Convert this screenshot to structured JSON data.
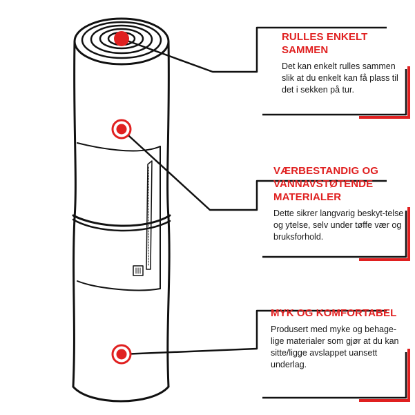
{
  "colors": {
    "accent": "#e02020",
    "outline": "#111111",
    "text": "#1a1a1a"
  },
  "callouts": [
    {
      "title": "RULLES ENKELT SAMMEN",
      "text": "Det kan enkelt rulles sammen slik at du enkelt kan få plass til det i sekken på tur."
    },
    {
      "title": "VÆRBESTANDIG OG VANNAVSTØTENDE MATERIALER",
      "text": "Dette sikrer langvarig beskyt-telse og ytelse, selv under tøffe vær og bruksforhold."
    },
    {
      "title": "MYK OG KOMFORTABEL",
      "text": "Produsert med myke og behage-lige materialer som gjør at du kan sitte/ligge avslappet uansett underlag."
    }
  ]
}
